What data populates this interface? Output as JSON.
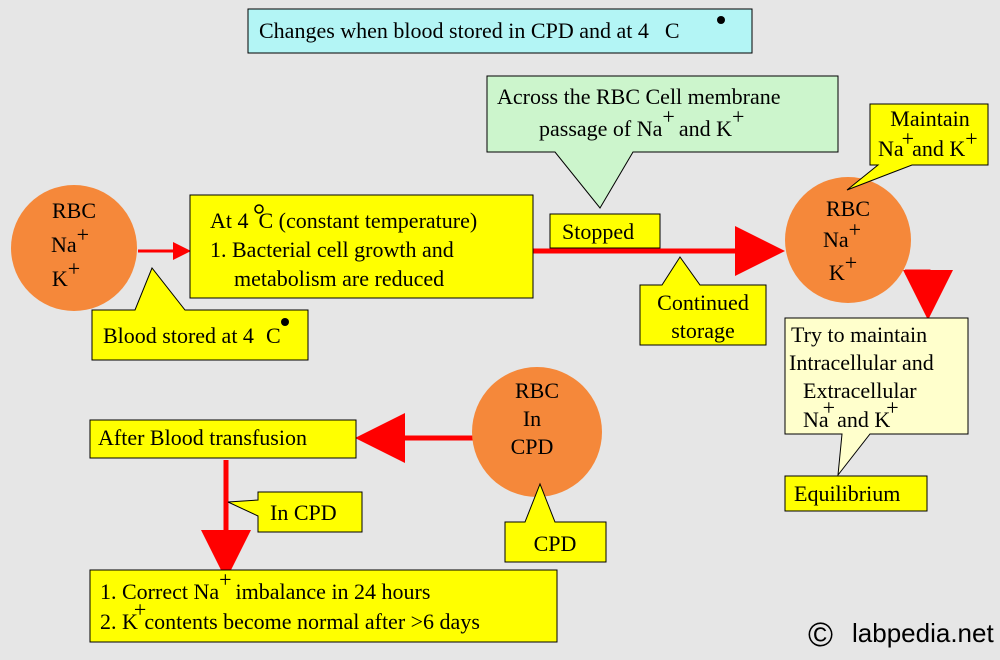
{
  "title": {
    "text_a": "Changes when blood stored in CPD and at 4",
    "text_b": "C"
  },
  "colors": {
    "background": "#e6e6e6",
    "yellow_box": "#ffff00",
    "cyan_box": "#b3f5f5",
    "green_box": "#ccf5cc",
    "cream_box": "#ffffcc",
    "circle": "#f5883a",
    "arrow": "#ff0000"
  },
  "circle_left": {
    "line1": "RBC",
    "line2": "Na",
    "line3": "K",
    "sup": "+"
  },
  "circle_right": {
    "line1": "RBC",
    "line2": "Na",
    "line3": "K",
    "sup": "+"
  },
  "circle_cpd": {
    "line1": "RBC",
    "line2": "In",
    "line3": "CPD"
  },
  "box_4c": {
    "line1_a": "At 4",
    "line1_b": "C (constant temperature)",
    "line2": "1. Bacterial cell growth and",
    "line3": "metabolism are reduced"
  },
  "callout_stored": {
    "text_a": "Blood stored at 4",
    "text_b": "C"
  },
  "callout_membrane": {
    "line1": "Across the RBC Cell membrane",
    "line2_a": "passage of Na",
    "line2_b": "and K",
    "sup": "+"
  },
  "box_stopped": {
    "text": "Stopped"
  },
  "callout_continued": {
    "line1": "Continued",
    "line2": "storage"
  },
  "callout_maintain": {
    "line1": "Maintain",
    "line2_a": "Na",
    "line2_b": "and K",
    "sup": "+"
  },
  "callout_equilibrium": {
    "line1": "Try to maintain",
    "line2": "Intracellular and",
    "line3": "Extracellular",
    "line4_a": "Na",
    "line4_b": "and K",
    "sup": "+"
  },
  "box_equilibrium": {
    "text": "Equilibrium"
  },
  "box_after": {
    "text": "After Blood transfusion"
  },
  "callout_incpd": {
    "text": "In CPD"
  },
  "callout_cpd": {
    "text": "CPD"
  },
  "box_result": {
    "line1_a": "1. Correct Na",
    "line1_b": "imbalance in 24 hours",
    "line2_a": "2. K",
    "line2_b": "contents become normal after >6 days",
    "sup": "+"
  },
  "watermark": {
    "symbol": "©",
    "text": "labpedia.net"
  }
}
